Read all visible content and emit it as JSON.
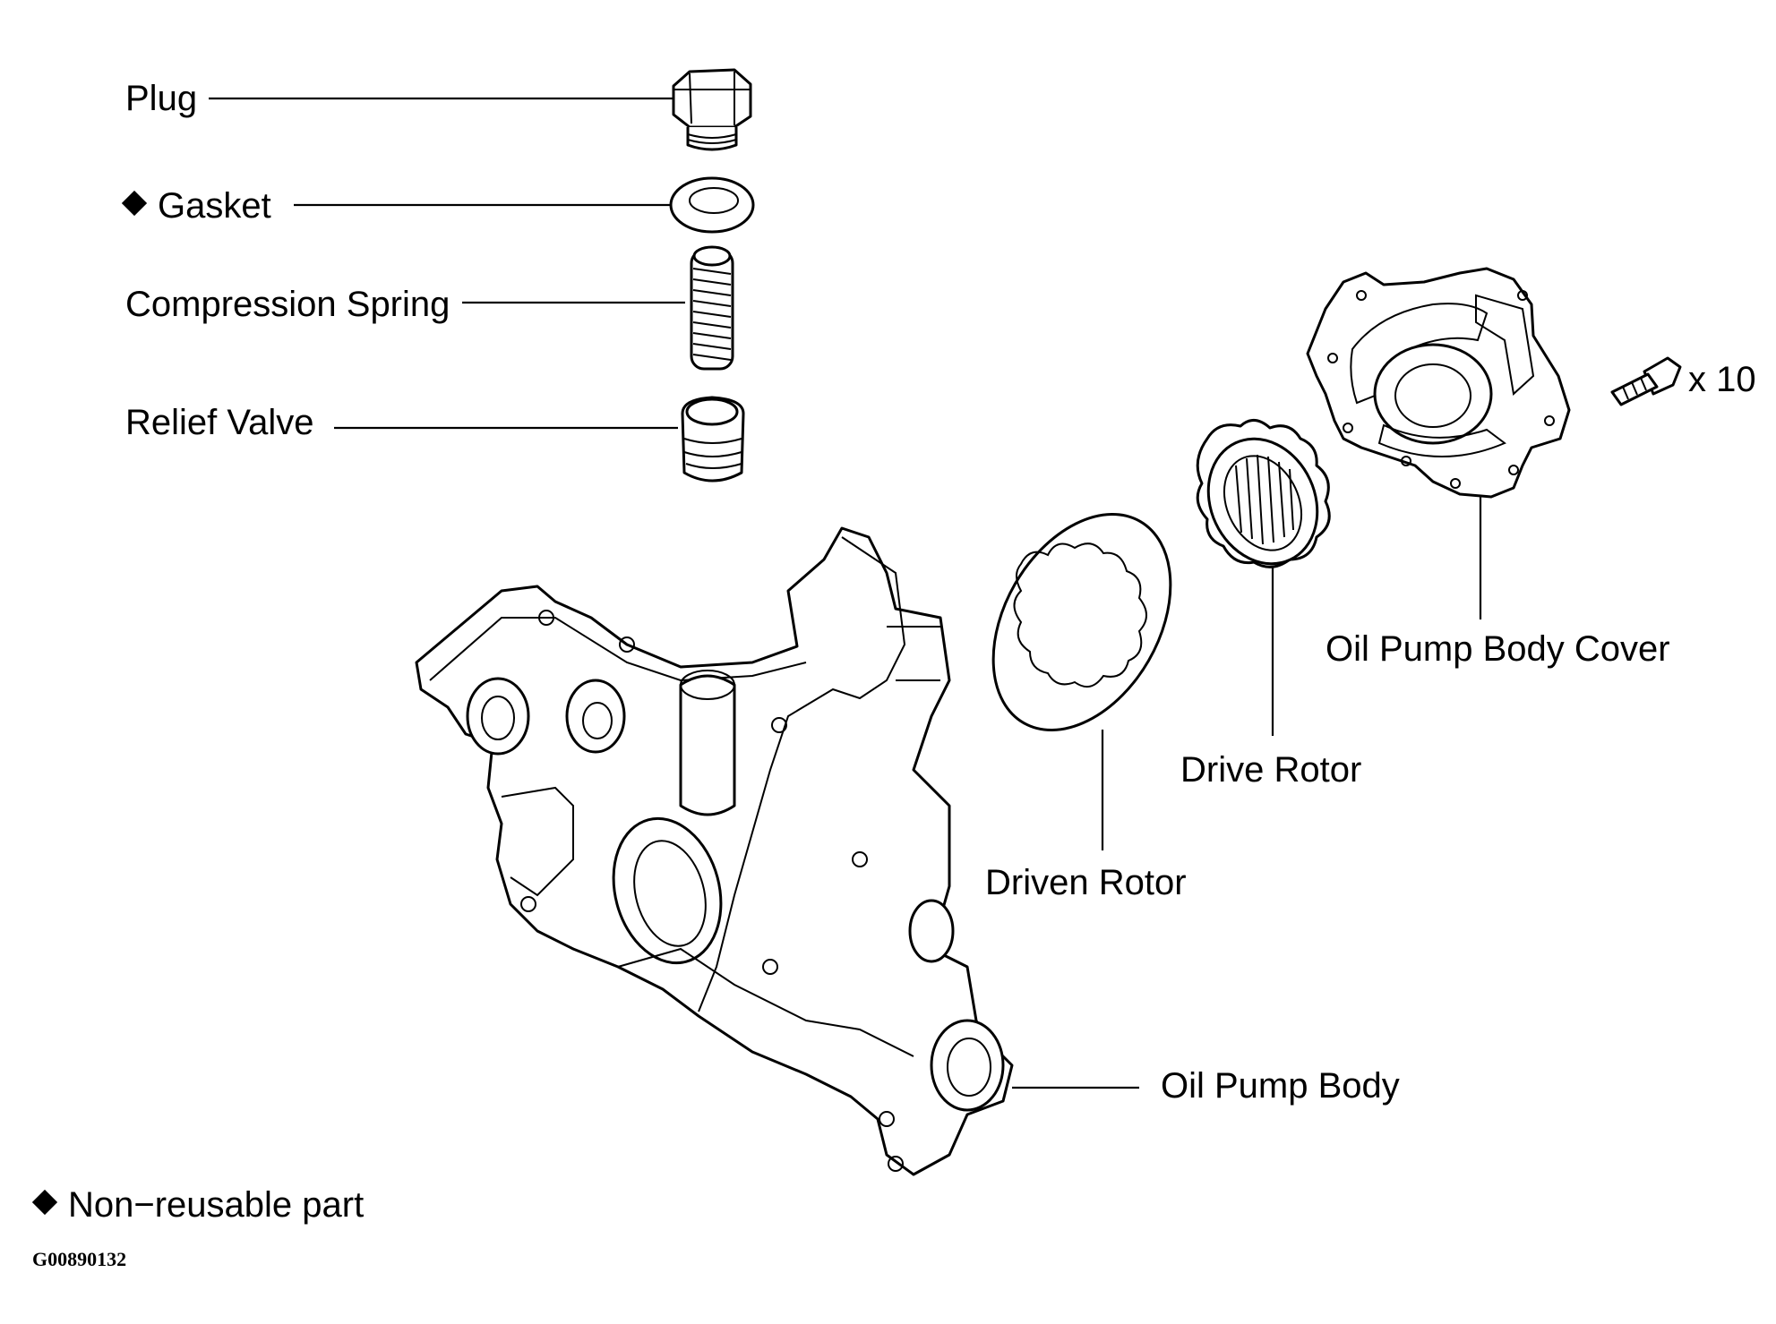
{
  "labels": {
    "plug": "Plug",
    "gasket": "Gasket",
    "compression_spring": "Compression Spring",
    "relief_valve": "Relief Valve",
    "oil_pump_body_cover": "Oil Pump Body Cover",
    "bolt_count": "x 10",
    "drive_rotor": "Drive Rotor",
    "driven_rotor": "Driven Rotor",
    "oil_pump_body": "Oil Pump Body"
  },
  "legend": {
    "non_reusable": "Non−reusable part"
  },
  "figure_code": "G00890132"
}
